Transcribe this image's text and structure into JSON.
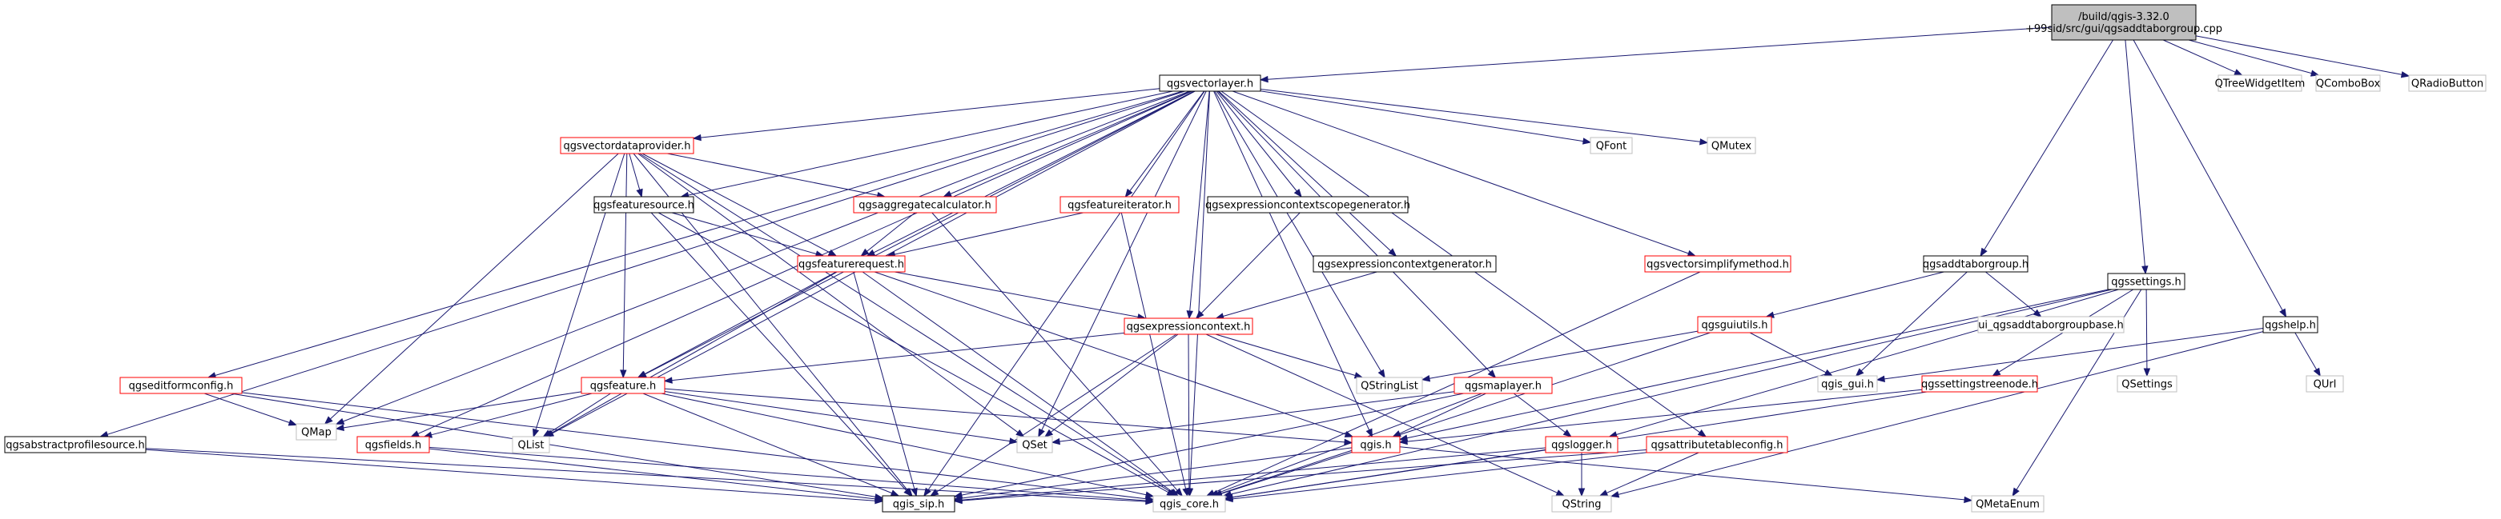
{
  "diagram": {
    "type": "include-dependency-graph",
    "colors": {
      "edge": "#191970",
      "red_border": "#ff0000",
      "black_border": "#000000",
      "gray_border": "#bfbfbf",
      "root_fill": "#bfbfbf"
    },
    "nodes": [
      {
        "id": "root",
        "lines": [
          "/build/qgis-3.32.0",
          "+99sid/src/gui/qgsaddtaborgroup.cpp"
        ],
        "style": "root"
      },
      {
        "id": "vectorlayer",
        "lines": [
          "qgsvectorlayer.h"
        ],
        "style": "black"
      },
      {
        "id": "qtreewidgetitem",
        "lines": [
          "QTreeWidgetItem"
        ],
        "style": "gray"
      },
      {
        "id": "qcombobox",
        "lines": [
          "QComboBox"
        ],
        "style": "gray"
      },
      {
        "id": "qradiobutton",
        "lines": [
          "QRadioButton"
        ],
        "style": "gray"
      },
      {
        "id": "vectordataprovider",
        "lines": [
          "qgsvectordataprovider.h"
        ],
        "style": "red"
      },
      {
        "id": "qfont",
        "lines": [
          "QFont"
        ],
        "style": "gray"
      },
      {
        "id": "qmutex",
        "lines": [
          "QMutex"
        ],
        "style": "gray"
      },
      {
        "id": "featuresource",
        "lines": [
          "qgsfeaturesource.h"
        ],
        "style": "black"
      },
      {
        "id": "aggregatecalculator",
        "lines": [
          "qgsaggregatecalculator.h"
        ],
        "style": "red"
      },
      {
        "id": "featureiterator",
        "lines": [
          "qgsfeatureiterator.h"
        ],
        "style": "red"
      },
      {
        "id": "expcontextscopegen",
        "lines": [
          "qgsexpressioncontextscopegenerator.h"
        ],
        "style": "black"
      },
      {
        "id": "featurerequest",
        "lines": [
          "qgsfeaturerequest.h"
        ],
        "style": "red"
      },
      {
        "id": "expcontextgen",
        "lines": [
          "qgsexpressioncontextgenerator.h"
        ],
        "style": "black"
      },
      {
        "id": "vectorsimplify",
        "lines": [
          "qgsvectorsimplifymethod.h"
        ],
        "style": "red"
      },
      {
        "id": "addtaborgroup_h",
        "lines": [
          "qgsaddtaborgroup.h"
        ],
        "style": "black"
      },
      {
        "id": "settings",
        "lines": [
          "qgssettings.h"
        ],
        "style": "black"
      },
      {
        "id": "help",
        "lines": [
          "qgshelp.h"
        ],
        "style": "black"
      },
      {
        "id": "expressioncontext",
        "lines": [
          "qgsexpressioncontext.h"
        ],
        "style": "red"
      },
      {
        "id": "guiutils",
        "lines": [
          "qgsguiutils.h"
        ],
        "style": "red"
      },
      {
        "id": "ui_addtab",
        "lines": [
          "ui_qgsaddtaborgroupbase.h"
        ],
        "style": "gray"
      },
      {
        "id": "qsettings",
        "lines": [
          "QSettings"
        ],
        "style": "gray"
      },
      {
        "id": "qurl",
        "lines": [
          "QUrl"
        ],
        "style": "gray"
      },
      {
        "id": "editformconfig",
        "lines": [
          "qgseditformconfig.h"
        ],
        "style": "red"
      },
      {
        "id": "feature",
        "lines": [
          "qgsfeature.h"
        ],
        "style": "red"
      },
      {
        "id": "qstringlist",
        "lines": [
          "QStringList"
        ],
        "style": "gray"
      },
      {
        "id": "maplayer",
        "lines": [
          "qgsmaplayer.h"
        ],
        "style": "red"
      },
      {
        "id": "qgis_gui",
        "lines": [
          "qgis_gui.h"
        ],
        "style": "gray"
      },
      {
        "id": "settingstreenode",
        "lines": [
          "qgssettingstreenode.h"
        ],
        "style": "red"
      },
      {
        "id": "qmap",
        "lines": [
          "QMap"
        ],
        "style": "gray"
      },
      {
        "id": "qgsfields",
        "lines": [
          "qgsfields.h"
        ],
        "style": "red"
      },
      {
        "id": "qlist",
        "lines": [
          "QList"
        ],
        "style": "gray"
      },
      {
        "id": "qset",
        "lines": [
          "QSet"
        ],
        "style": "gray"
      },
      {
        "id": "abstractprofilesource",
        "lines": [
          "qgsabstractprofilesource.h"
        ],
        "style": "black"
      },
      {
        "id": "qgis_h",
        "lines": [
          "qgis.h"
        ],
        "style": "red"
      },
      {
        "id": "logger",
        "lines": [
          "qgslogger.h"
        ],
        "style": "red"
      },
      {
        "id": "attributetableconfig",
        "lines": [
          "qgsattributetableconfig.h"
        ],
        "style": "red"
      },
      {
        "id": "qgis_sip",
        "lines": [
          "qgis_sip.h"
        ],
        "style": "black"
      },
      {
        "id": "qgis_core",
        "lines": [
          "qgis_core.h"
        ],
        "style": "gray"
      },
      {
        "id": "qstring",
        "lines": [
          "QString"
        ],
        "style": "gray"
      },
      {
        "id": "qmetaenum",
        "lines": [
          "QMetaEnum"
        ],
        "style": "gray"
      }
    ],
    "edges": [
      [
        "root",
        "vectorlayer"
      ],
      [
        "root",
        "qtreewidgetitem"
      ],
      [
        "root",
        "qcombobox"
      ],
      [
        "root",
        "qradiobutton"
      ],
      [
        "root",
        "addtaborgroup_h"
      ],
      [
        "root",
        "settings"
      ],
      [
        "root",
        "help"
      ],
      [
        "vectorlayer",
        "vectordataprovider"
      ],
      [
        "vectorlayer",
        "featuresource"
      ],
      [
        "vectorlayer",
        "aggregatecalculator"
      ],
      [
        "vectorlayer",
        "featureiterator"
      ],
      [
        "vectorlayer",
        "expcontextscopegen"
      ],
      [
        "vectorlayer",
        "featurerequest"
      ],
      [
        "vectorlayer",
        "expcontextgen"
      ],
      [
        "vectorlayer",
        "expressioncontext"
      ],
      [
        "vectorlayer",
        "vectorsimplify"
      ],
      [
        "vectorlayer",
        "qfont"
      ],
      [
        "vectorlayer",
        "qmutex"
      ],
      [
        "vectorlayer",
        "editformconfig"
      ],
      [
        "vectorlayer",
        "feature"
      ],
      [
        "vectorlayer",
        "qstringlist"
      ],
      [
        "vectorlayer",
        "maplayer"
      ],
      [
        "vectorlayer",
        "qmap"
      ],
      [
        "vectorlayer",
        "qgsfields"
      ],
      [
        "vectorlayer",
        "qlist"
      ],
      [
        "vectorlayer",
        "qset"
      ],
      [
        "vectorlayer",
        "abstractprofilesource"
      ],
      [
        "vectorlayer",
        "qgis_h"
      ],
      [
        "vectorlayer",
        "attributetableconfig"
      ],
      [
        "vectorlayer",
        "qgis_core"
      ],
      [
        "vectorlayer",
        "qgis_sip"
      ],
      [
        "vectordataprovider",
        "featuresource"
      ],
      [
        "vectordataprovider",
        "aggregatecalculator"
      ],
      [
        "vectordataprovider",
        "featurerequest"
      ],
      [
        "vectordataprovider",
        "feature"
      ],
      [
        "vectordataprovider",
        "qmap"
      ],
      [
        "vectordataprovider",
        "qlist"
      ],
      [
        "vectordataprovider",
        "qset"
      ],
      [
        "vectordataprovider",
        "qgis_core"
      ],
      [
        "vectordataprovider",
        "qgis_sip"
      ],
      [
        "featuresource",
        "featurerequest"
      ],
      [
        "featuresource",
        "qgis_core"
      ],
      [
        "featuresource",
        "qgis_sip"
      ],
      [
        "aggregatecalculator",
        "featurerequest"
      ],
      [
        "aggregatecalculator",
        "qgis_core"
      ],
      [
        "featureiterator",
        "featurerequest"
      ],
      [
        "featureiterator",
        "qgis_core"
      ],
      [
        "expcontextscopegen",
        "expressioncontext"
      ],
      [
        "expcontextgen",
        "expressioncontext"
      ],
      [
        "featurerequest",
        "expressioncontext"
      ],
      [
        "featurerequest",
        "feature"
      ],
      [
        "featurerequest",
        "qgis_h"
      ],
      [
        "featurerequest",
        "qlist"
      ],
      [
        "featurerequest",
        "qgis_core"
      ],
      [
        "featurerequest",
        "qgis_sip"
      ],
      [
        "vectorsimplify",
        "qgis_core"
      ],
      [
        "addtaborgroup_h",
        "guiutils"
      ],
      [
        "addtaborgroup_h",
        "ui_addtab"
      ],
      [
        "addtaborgroup_h",
        "qgis_gui"
      ],
      [
        "settings",
        "qsettings"
      ],
      [
        "settings",
        "settingstreenode"
      ],
      [
        "settings",
        "qgis_core"
      ],
      [
        "settings",
        "logger"
      ],
      [
        "settings",
        "qmetaenum"
      ],
      [
        "settings",
        "qgis_h"
      ],
      [
        "help",
        "qgis_gui"
      ],
      [
        "help",
        "qurl"
      ],
      [
        "help",
        "qstring"
      ],
      [
        "expressioncontext",
        "feature"
      ],
      [
        "expressioncontext",
        "qstringlist"
      ],
      [
        "expressioncontext",
        "qset"
      ],
      [
        "expressioncontext",
        "qgis_core"
      ],
      [
        "expressioncontext",
        "qgis_sip"
      ],
      [
        "expressioncontext",
        "qstring"
      ],
      [
        "guiutils",
        "qgis_gui"
      ],
      [
        "guiutils",
        "qstringlist"
      ],
      [
        "guiutils",
        "qgis_core"
      ],
      [
        "editformconfig",
        "qmap"
      ],
      [
        "editformconfig",
        "qgis_core"
      ],
      [
        "editformconfig",
        "qgis_sip"
      ],
      [
        "feature",
        "qmap"
      ],
      [
        "feature",
        "qgsfields"
      ],
      [
        "feature",
        "qlist"
      ],
      [
        "feature",
        "qset"
      ],
      [
        "feature",
        "qgis_core"
      ],
      [
        "feature",
        "qgis_sip"
      ],
      [
        "feature",
        "qgis_h"
      ],
      [
        "maplayer",
        "qgis_h"
      ],
      [
        "maplayer",
        "logger"
      ],
      [
        "maplayer",
        "qset"
      ],
      [
        "maplayer",
        "qgis_core"
      ],
      [
        "maplayer",
        "qgis_sip"
      ],
      [
        "settingstreenode",
        "qgis_h"
      ],
      [
        "settingstreenode",
        "qgis_core"
      ],
      [
        "qgsfields",
        "qgis_core"
      ],
      [
        "qgsfields",
        "qgis_sip"
      ],
      [
        "abstractprofilesource",
        "qgis_core"
      ],
      [
        "abstractprofilesource",
        "qgis_sip"
      ],
      [
        "qgis_h",
        "qgis_sip"
      ],
      [
        "qgis_h",
        "qgis_core"
      ],
      [
        "qgis_h",
        "qmetaenum"
      ],
      [
        "logger",
        "qgis_core"
      ],
      [
        "logger",
        "qgis_sip"
      ],
      [
        "logger",
        "qstring"
      ],
      [
        "attributetableconfig",
        "qgis_core"
      ],
      [
        "attributetableconfig",
        "qgis_sip"
      ],
      [
        "attributetableconfig",
        "qstring"
      ]
    ]
  }
}
